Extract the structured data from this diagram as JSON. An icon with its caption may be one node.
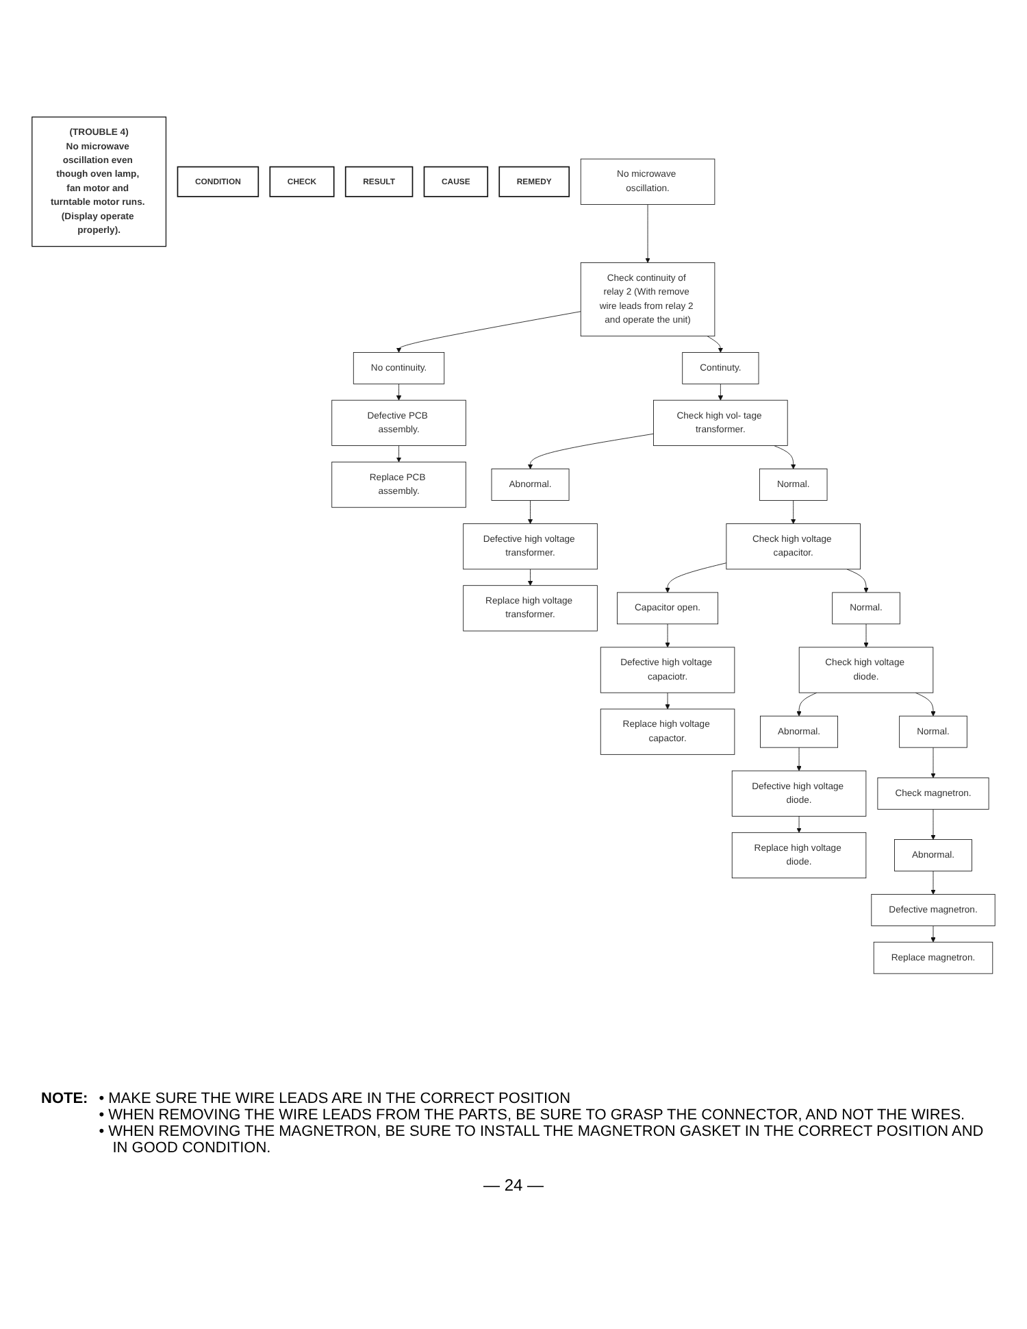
{
  "diagram": {
    "nodes": [
      {
        "text": [
          "(TROUBLE 4)",
          "No microwave oscillation even though oven lamp, fan motor and turntable motor runs. (Display operate properly)."
        ]
      },
      {
        "text": [
          "CONDITION"
        ]
      },
      {
        "text": [
          "CHECK"
        ]
      },
      {
        "text": [
          "RESULT"
        ]
      },
      {
        "text": [
          "CAUSE"
        ]
      },
      {
        "text": [
          "REMEDY"
        ]
      },
      {
        "text": [
          "No microwave oscillation."
        ]
      },
      {
        "text": [
          "Check continuity of relay 2 (With remove wire leads from relay 2 and operate the unit)"
        ]
      },
      {
        "text": [
          "No continuity."
        ]
      },
      {
        "text": [
          "Defective PCB assembly."
        ]
      },
      {
        "text": [
          "Replace PCB assembly."
        ]
      },
      {
        "text": [
          "Continuty."
        ]
      },
      {
        "text": [
          "Check high vol- tage transformer."
        ]
      },
      {
        "text": [
          "Abnormal."
        ]
      },
      {
        "text": [
          "Defective high voltage transformer."
        ]
      },
      {
        "text": [
          "Replace high voltage transformer."
        ]
      },
      {
        "text": [
          "Normal."
        ]
      },
      {
        "text": [
          "Check high voltage capacitor."
        ]
      },
      {
        "text": [
          "Capacitor open."
        ]
      },
      {
        "text": [
          "Defective high voltage capaciotr."
        ]
      },
      {
        "text": [
          "Replace high voltage capactor."
        ]
      },
      {
        "text": [
          "Normal."
        ]
      },
      {
        "text": [
          "Check high voltage diode."
        ]
      },
      {
        "text": [
          "Abnormal."
        ]
      },
      {
        "text": [
          "Defective high voltage diode."
        ]
      },
      {
        "text": [
          "Replace high voltage diode."
        ]
      },
      {
        "text": [
          "Normal."
        ]
      },
      {
        "text": [
          "Check magnetron."
        ]
      },
      {
        "text": [
          "Abnormal."
        ]
      },
      {
        "text": [
          "Defective magnetron."
        ]
      },
      {
        "text": [
          "Replace magnetron."
        ]
      }
    ],
    "edges": [
      {
        "from": 6,
        "to": 7,
        "arrow": "to"
      },
      {
        "from": 7,
        "to": 8,
        "arrow": "to"
      },
      {
        "from": 8,
        "to": 9,
        "arrow": "to"
      },
      {
        "from": 9,
        "to": 10,
        "arrow": "to"
      },
      {
        "from": 7,
        "to": 11,
        "arrow": "to"
      },
      {
        "from": 11,
        "to": 12,
        "arrow": "to"
      },
      {
        "from": 12,
        "to": 13,
        "arrow": "to"
      },
      {
        "from": 13,
        "to": 14,
        "arrow": "to"
      },
      {
        "from": 14,
        "to": 15,
        "arrow": "to"
      },
      {
        "from": 12,
        "to": 16,
        "arrow": "to"
      },
      {
        "from": 16,
        "to": 17,
        "arrow": "to"
      },
      {
        "from": 17,
        "to": 18,
        "arrow": "to"
      },
      {
        "from": 18,
        "to": 19,
        "arrow": "to"
      },
      {
        "from": 19,
        "to": 20,
        "arrow": "to"
      },
      {
        "from": 17,
        "to": 21,
        "arrow": "to"
      },
      {
        "from": 21,
        "to": 22,
        "arrow": "to"
      },
      {
        "from": 22,
        "to": 23,
        "arrow": "to"
      },
      {
        "from": 23,
        "to": 24,
        "arrow": "to"
      },
      {
        "from": 24,
        "to": 25,
        "arrow": "to"
      },
      {
        "from": 22,
        "to": 26,
        "arrow": "to"
      },
      {
        "from": 26,
        "to": 27,
        "arrow": "to"
      },
      {
        "from": 27,
        "to": 28,
        "arrow": "to"
      },
      {
        "from": 28,
        "to": 29,
        "arrow": "to"
      },
      {
        "from": 29,
        "to": 30,
        "arrow": "to"
      }
    ],
    "labels": [
      "NOTE:",
      "• MAKE SURE THE WIRE LEADS ARE IN THE CORRECT POSITION",
      "• WHEN REMOVING THE WIRE LEADS FROM THE PARTS, BE SURE TO GRASP THE CONNECTOR, AND NOT THE WIRES.",
      "• WHEN REMOVING THE MAGNETRON, BE SURE TO INSTALL THE MAGNETRON GASKET IN THE CORRECT POSITION AND IN GOOD CONDITION.",
      "— 24 —"
    ]
  }
}
